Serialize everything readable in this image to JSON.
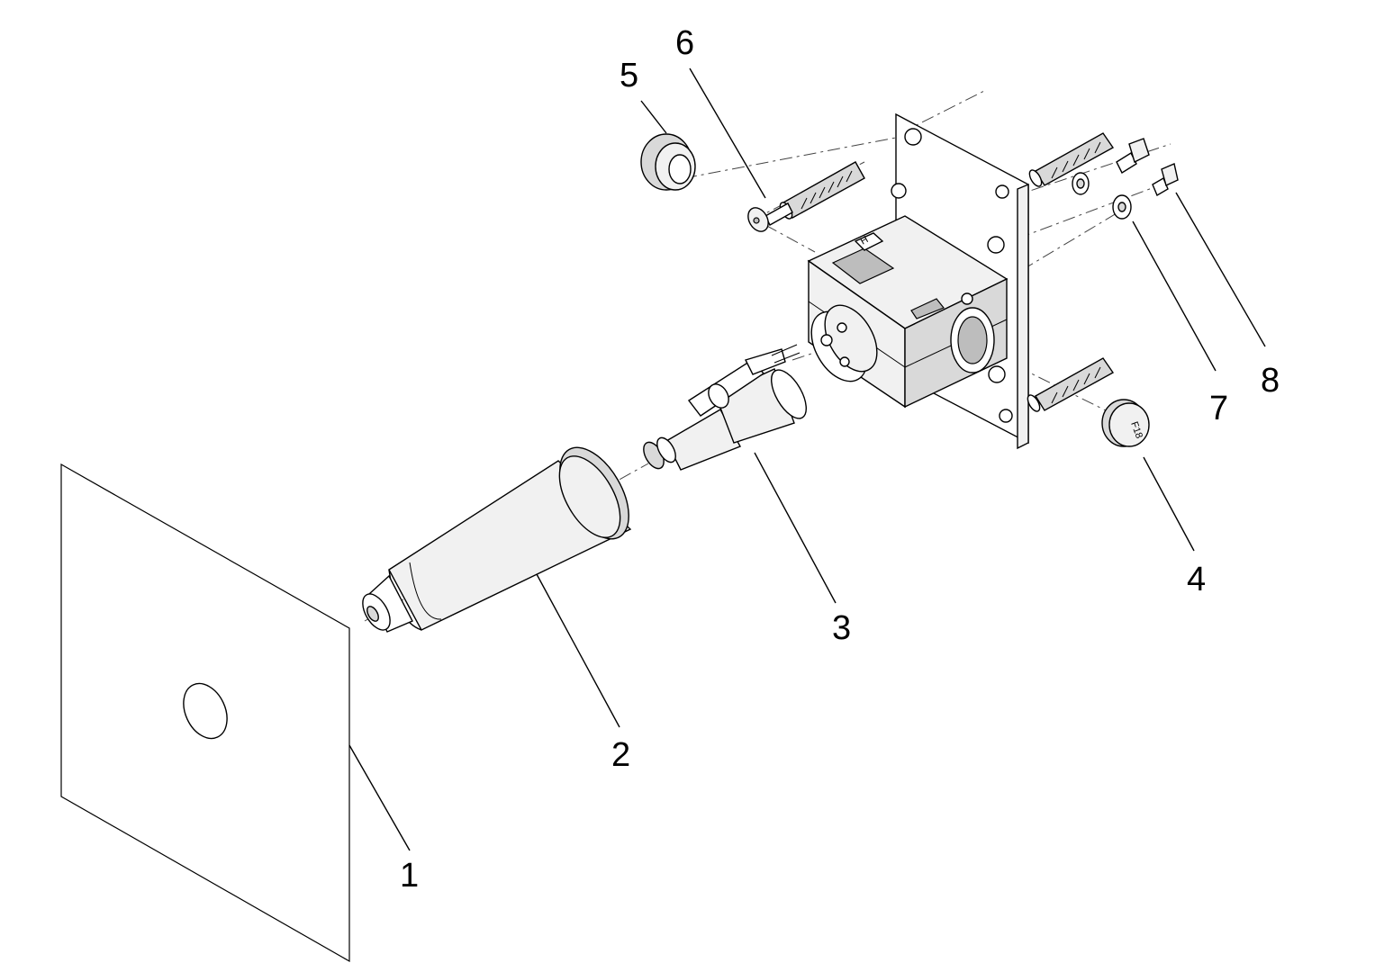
{
  "callouts": [
    {
      "id": "1",
      "label": "1"
    },
    {
      "id": "2",
      "label": "2"
    },
    {
      "id": "3",
      "label": "3"
    },
    {
      "id": "4",
      "label": "4"
    },
    {
      "id": "5",
      "label": "5"
    },
    {
      "id": "6",
      "label": "6"
    },
    {
      "id": "7",
      "label": "7"
    },
    {
      "id": "8",
      "label": "8"
    }
  ],
  "markings": {
    "cap_text": "F18",
    "body_letter": "H"
  }
}
